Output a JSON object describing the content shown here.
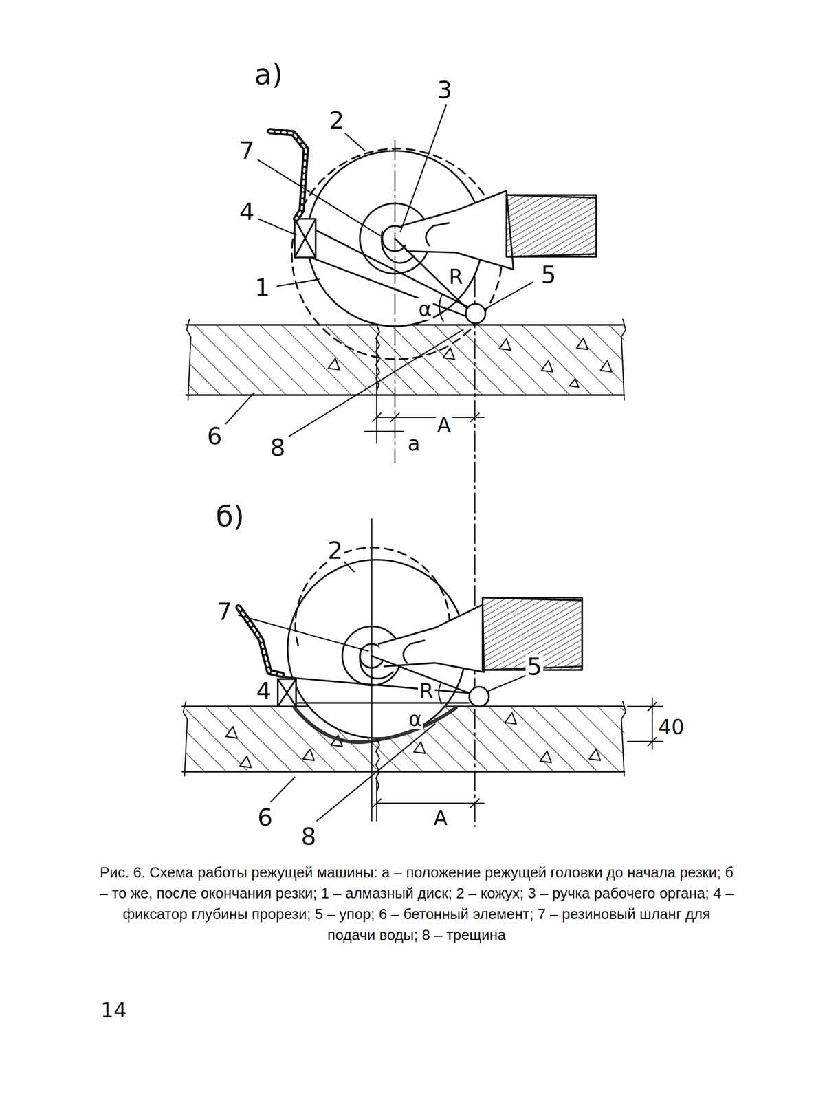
{
  "diagram": {
    "caption": "Рис. 6. Схема работы режущей машины: а – положение режущей головки до начала резки; б – то же, после окончания резки; 1 – алмазный диск; 2 – кожух; 3 – ручка рабочего органа; 4 – фиксатор глубины прорези; 5 – упор; 6 – бетонный элемент; 7 – резиновый шланг для подачи воды; 8 – трещина",
    "labels": [
      "а)",
      "3",
      "2",
      "7",
      "4",
      "1",
      "R",
      "α",
      "5",
      "6",
      "8",
      "A",
      "a",
      "б)",
      "2",
      "7",
      "4",
      "R",
      "α",
      "5",
      "40",
      "6",
      "8",
      "A",
      "14"
    ]
  }
}
